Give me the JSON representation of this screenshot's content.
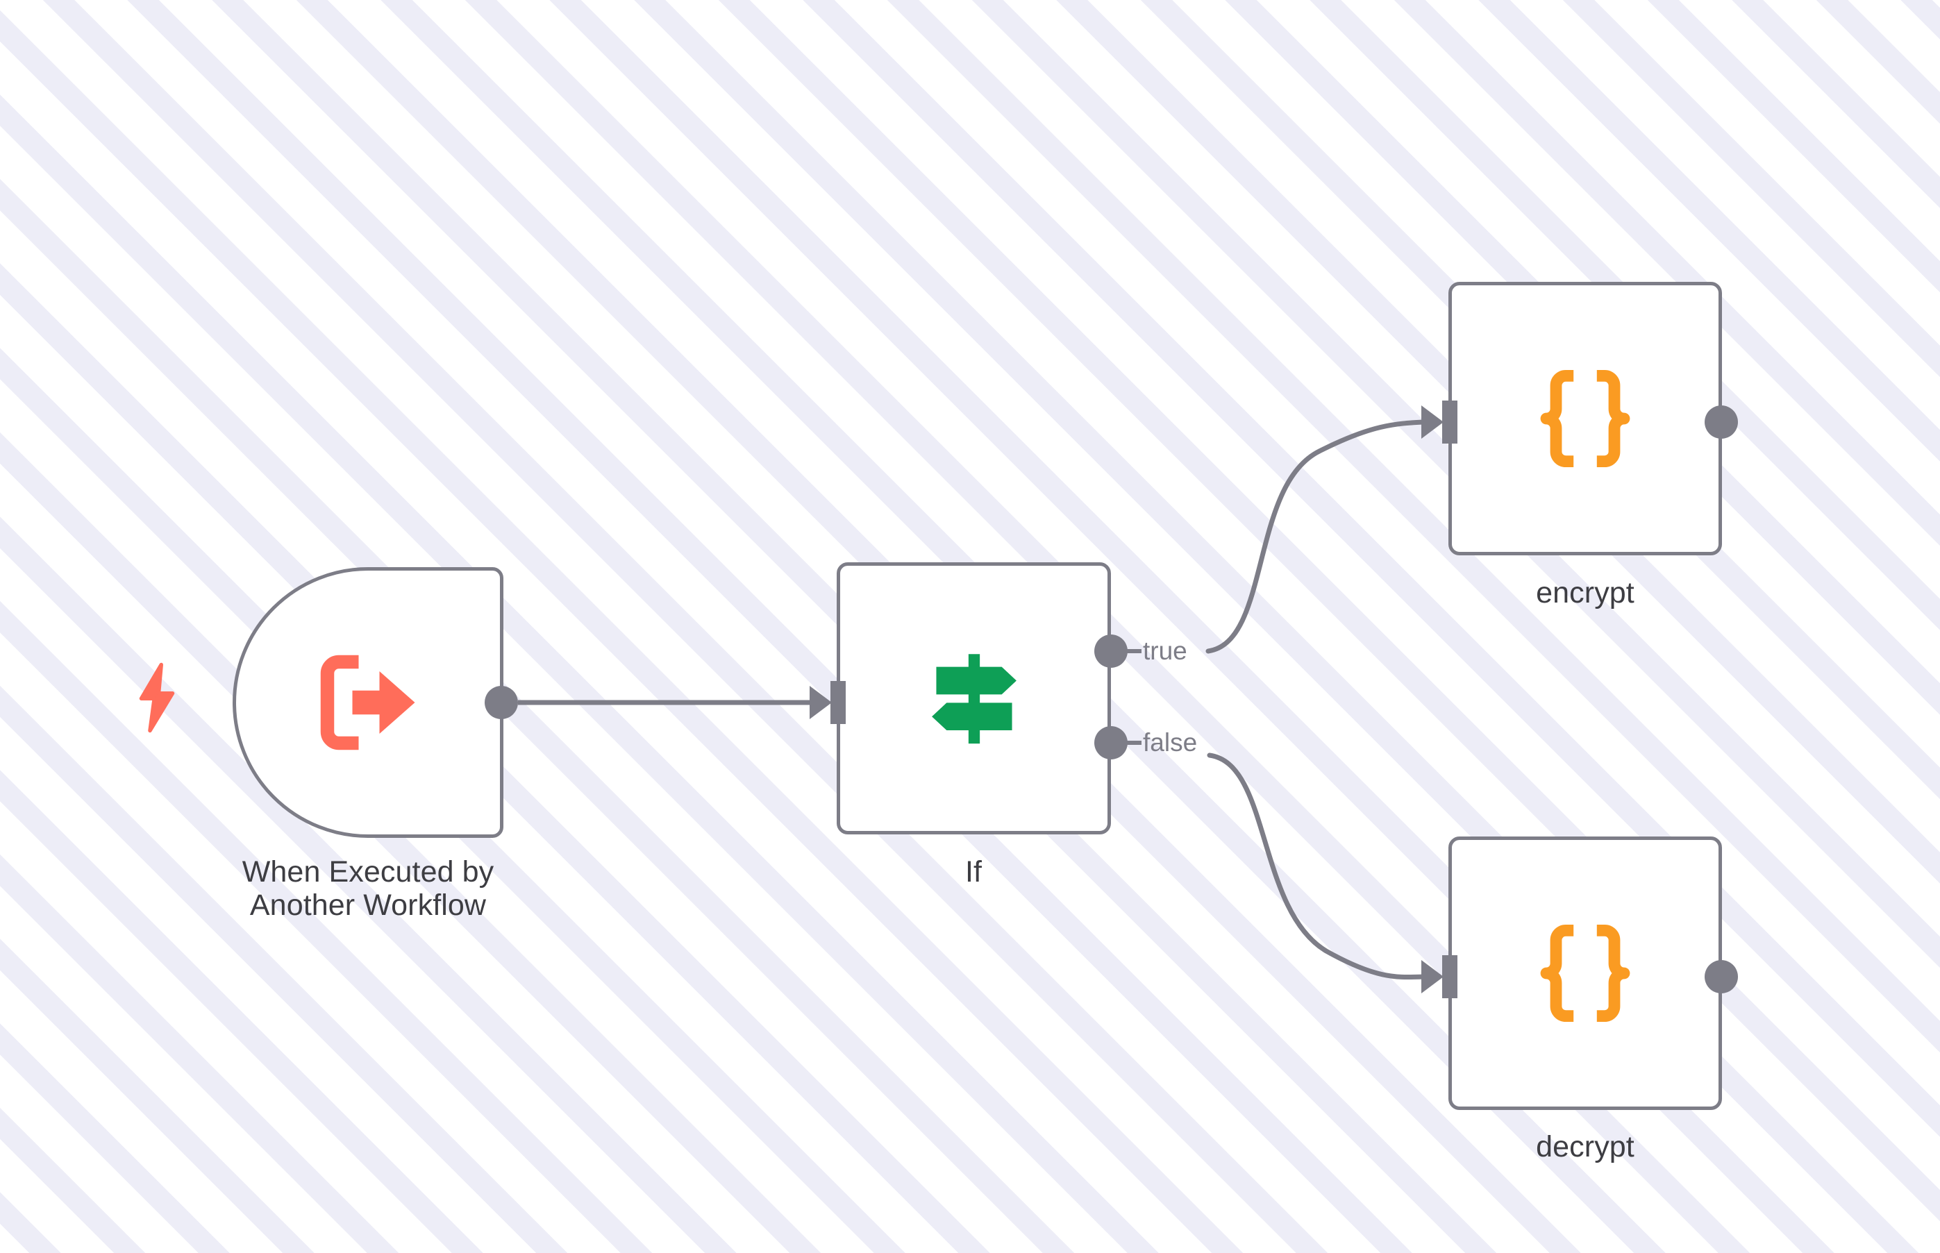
{
  "canvas": {
    "background_color": "#ffffff",
    "stripe_color": "#ededf7",
    "node_border_color": "#7d7d87",
    "node_fill_color": "#ffffff",
    "label_color": "#3d3d42",
    "port_label_color": "#7d7d87",
    "wire_color": "#7d7d87",
    "trigger_accent_color": "#ff6d5a",
    "if_accent_color": "#0e9f56",
    "code_accent_color": "#fa9b22"
  },
  "nodes": [
    {
      "id": "trigger",
      "label": "When Executed by\nAnother Workflow",
      "icon": "execute-workflow-arrow-icon",
      "badge_icon": "lightning-bolt-icon",
      "type": "trigger"
    },
    {
      "id": "if",
      "label": "If",
      "icon": "signpost-icon",
      "type": "logic",
      "outputs": [
        "true",
        "false"
      ]
    },
    {
      "id": "encrypt",
      "label": "encrypt",
      "icon": "curly-braces-code-icon",
      "type": "code"
    },
    {
      "id": "decrypt",
      "label": "decrypt",
      "icon": "curly-braces-code-icon",
      "type": "code"
    }
  ],
  "connections": [
    {
      "from": "trigger",
      "to": "if",
      "label": ""
    },
    {
      "from": "if",
      "to": "encrypt",
      "label": "true"
    },
    {
      "from": "if",
      "to": "decrypt",
      "label": "false"
    }
  ],
  "port_labels": {
    "true": "true",
    "false": "false"
  }
}
